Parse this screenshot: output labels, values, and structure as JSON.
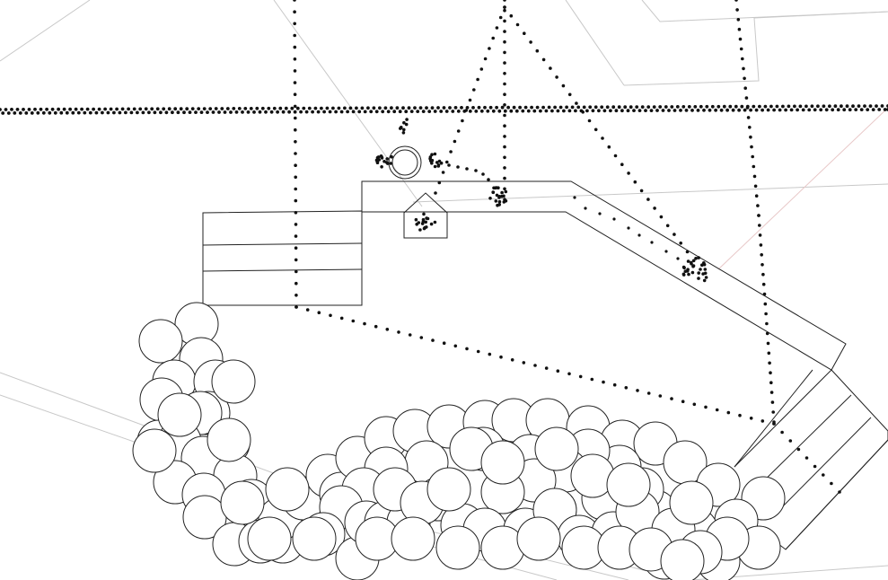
{
  "plan": {
    "background": "#ffffff",
    "stroke_color": "#222222",
    "ref_color": "#c8c8c8",
    "dot_color": "#111111",
    "tree_fill": "#ffffff",
    "grid_label": "",
    "tree_count": 98,
    "dotted_line_count": 7,
    "light_cluster_count": 4
  }
}
